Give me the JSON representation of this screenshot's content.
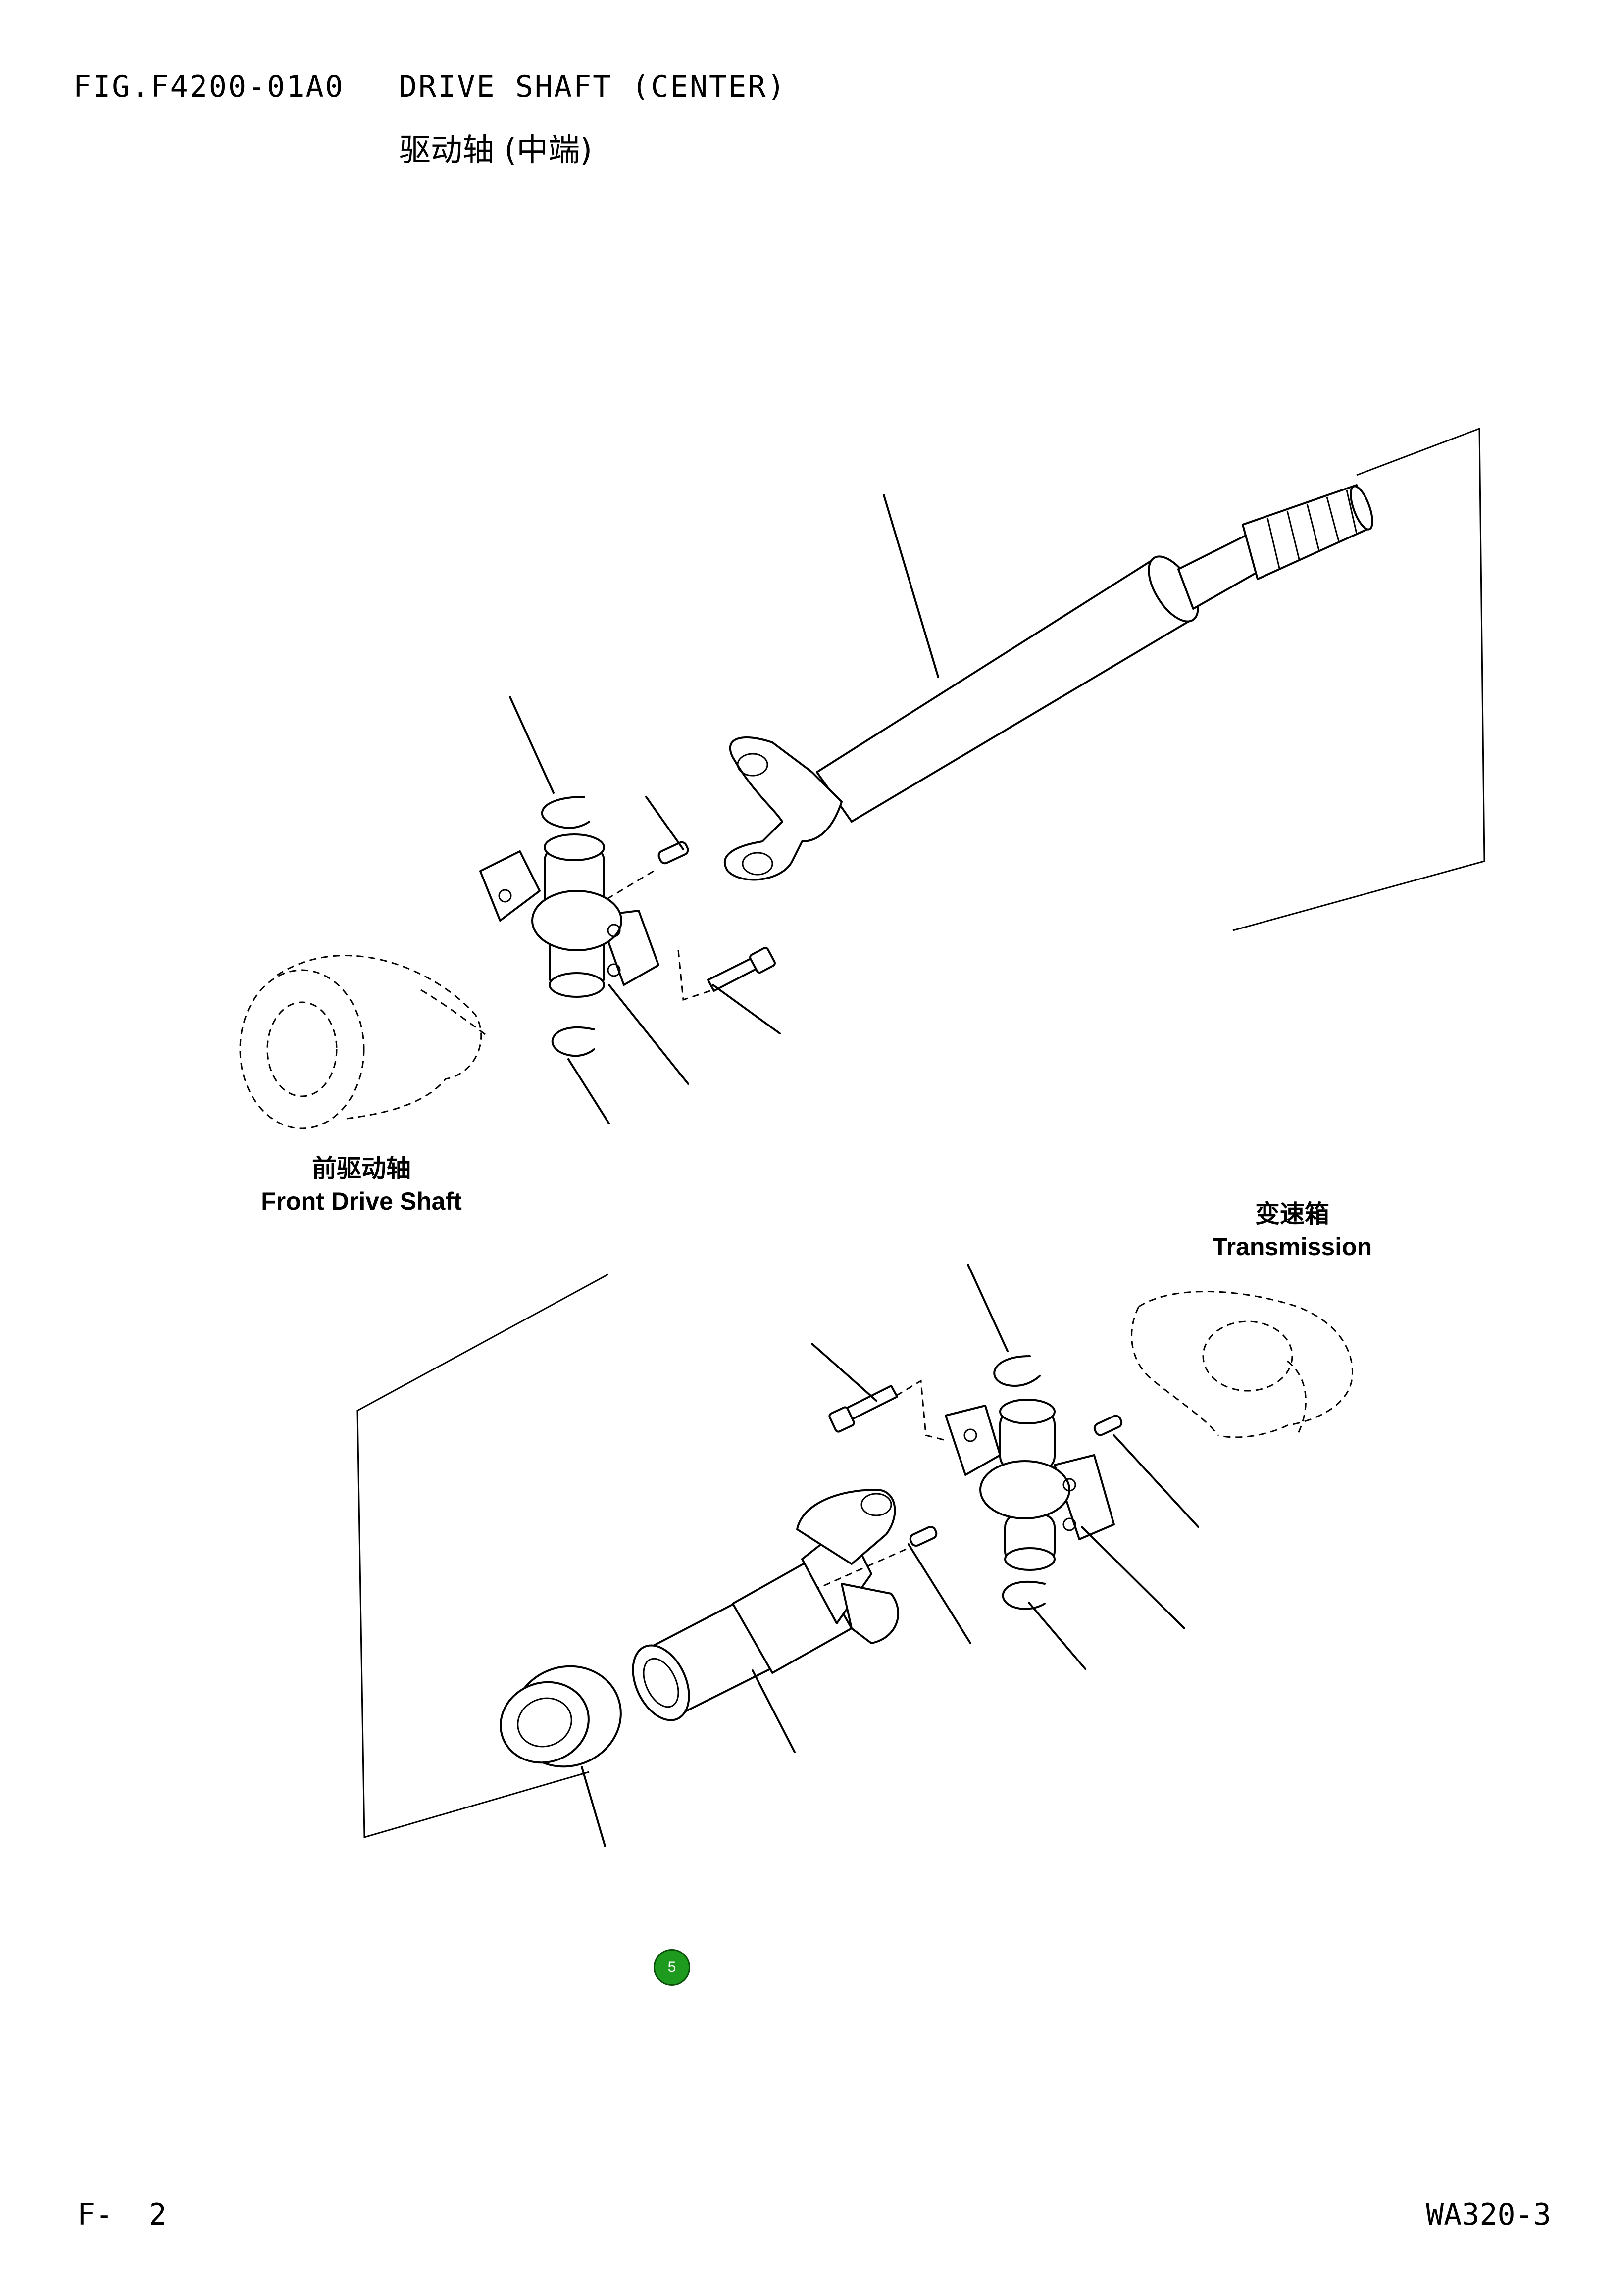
{
  "header": {
    "fig_code": "FIG.F4200-01A0",
    "title_en": "DRIVE SHAFT (CENTER)",
    "title_cn": "驱动轴 (中端)"
  },
  "labels": {
    "front_cn": "前驱动轴",
    "front_en": "Front Drive Shaft",
    "transmission_cn": "变速箱",
    "transmission_en": "Transmission"
  },
  "marker": {
    "number": "5",
    "color": "#1e9a1e"
  },
  "footer": {
    "left": "F-  2",
    "right": "WA320-3"
  }
}
